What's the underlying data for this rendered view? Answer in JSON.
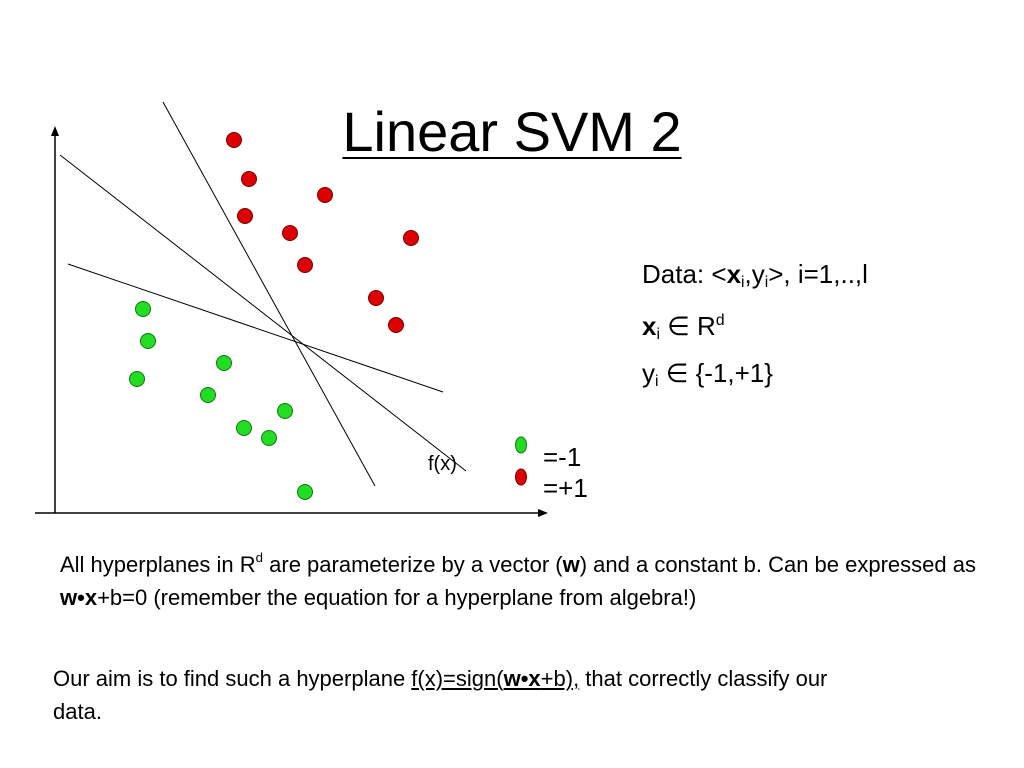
{
  "title": "Linear SVM 2",
  "diagram": {
    "fx_label": "f(x)",
    "legend": [
      {
        "label": "=-1",
        "color": "#22dd22"
      },
      {
        "label": "=+1",
        "color": "#dd0000"
      }
    ],
    "colors": {
      "negative": "#22dd22",
      "positive": "#dd0000",
      "stroke": "#000000"
    }
  },
  "data_block": {
    "line1_pre": "Data: <",
    "line1_x": "x",
    "line1_i1": "i",
    "line1_mid": ",y",
    "line1_i2": "i",
    "line1_post": ">, i=1,..,l",
    "line2_x": "x",
    "line2_i": "i",
    "line2_in": " ∈ R",
    "line2_d": "d",
    "line3_y": "y",
    "line3_i": "i",
    "line3_rest": " ∈ {-1,+1}"
  },
  "para1": {
    "t1": "All hyperplanes in R",
    "sup": "d",
    "t2": " are parameterize by a vector (",
    "w": "w",
    "t3": ") and a constant b.",
    "t4": "Can be expressed as ",
    "wx": "w•x",
    "t5": "+b=0 (remember the equation for a hyperplane from algebra!)"
  },
  "para2": {
    "t1": "Our aim is to find such a hyperplane ",
    "u1": "f(x)=sign(",
    "u2": "w•x",
    "u3": "+b),",
    "t2": " that correctly classify our data."
  }
}
